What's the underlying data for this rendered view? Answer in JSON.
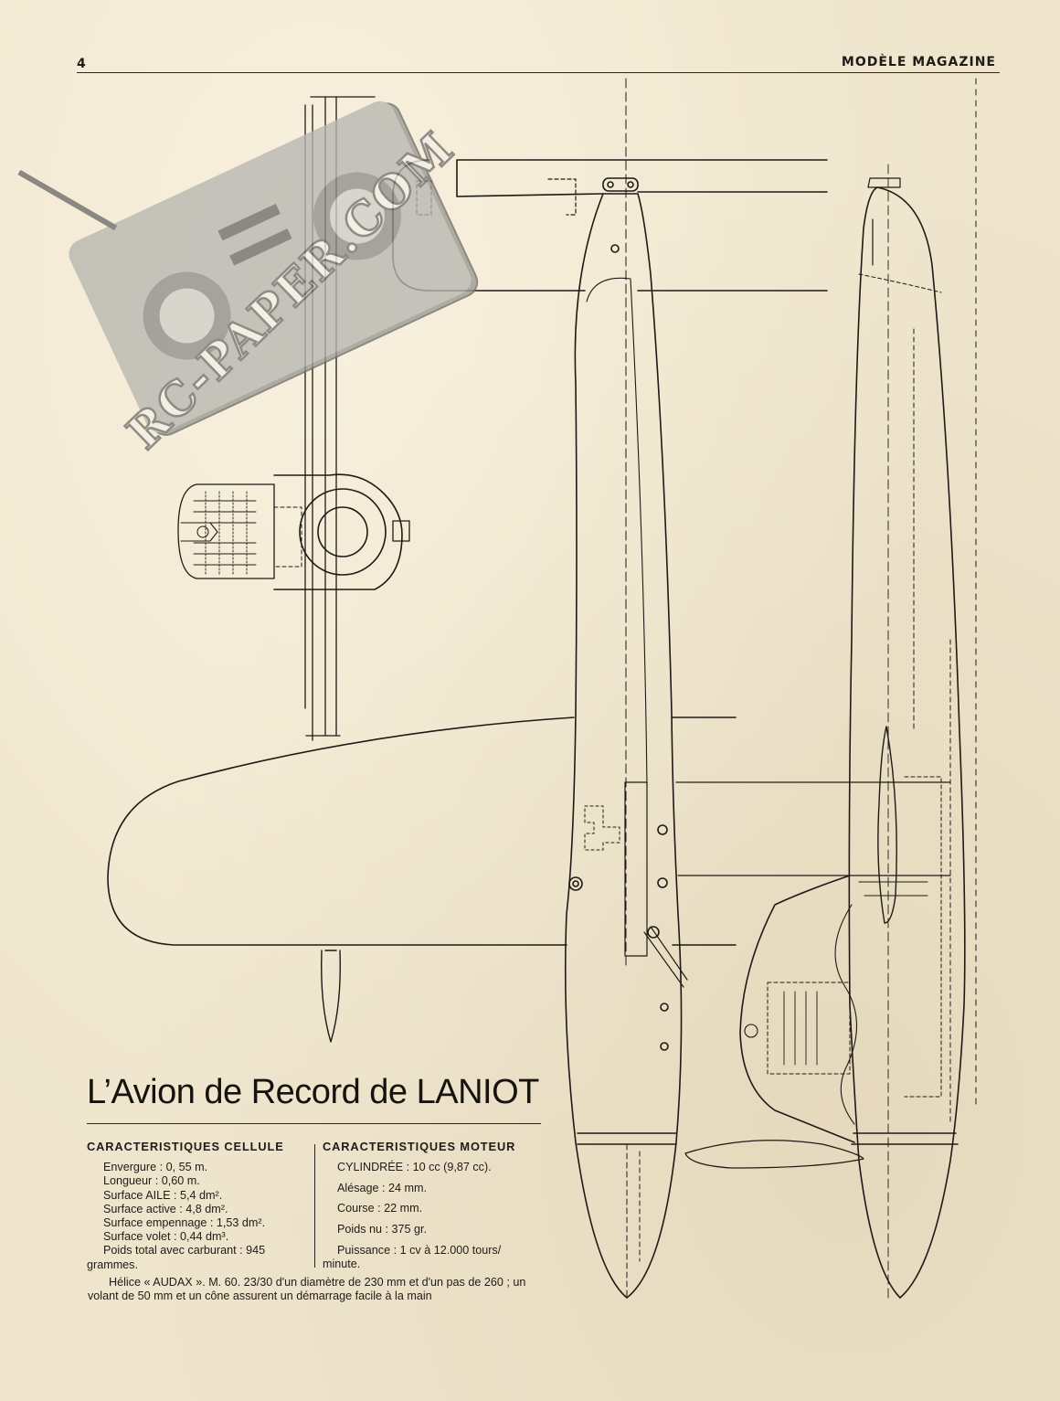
{
  "header": {
    "page_number": "4",
    "magazine": "MODÈLE MAGAZINE"
  },
  "watermark": {
    "text": "RC-PAPER.COM",
    "color": "#8a8a86"
  },
  "article": {
    "title_prefix": "L’Avion de Record de",
    "title_name": "LANIOT"
  },
  "cellule": {
    "heading": "CARACTERISTIQUES CELLULE",
    "items": [
      "Envergure : 0, 55 m.",
      "Longueur : 0,60 m.",
      "Surface AILE : 5,4 dm².",
      "Surface active : 4,8 dm².",
      "Surface empennage : 1,53 dm².",
      "Surface volet : 0,44 dm³.",
      "Poids total avec carburant : 945"
    ],
    "continuation": "grammes."
  },
  "moteur": {
    "heading": "CARACTERISTIQUES MOTEUR",
    "items": [
      "CYLINDRÉE : 10 cc (9,87 cc).",
      "Alésage : 24 mm.",
      "Course : 22 mm.",
      "Poids nu : 375 gr.",
      "Puissance : 1 cv à 12.000 tours/"
    ],
    "continuation": "minute."
  },
  "helice": {
    "text": "Hélice « AUDAX ». M. 60. 23/30 d'un diamètre de 230 mm et d'un pas de 260 ; un volant de 50 mm et un cône assurent un démarrage facile à la main"
  },
  "colors": {
    "paper": "#efe5cd",
    "ink": "#1f1c17"
  }
}
